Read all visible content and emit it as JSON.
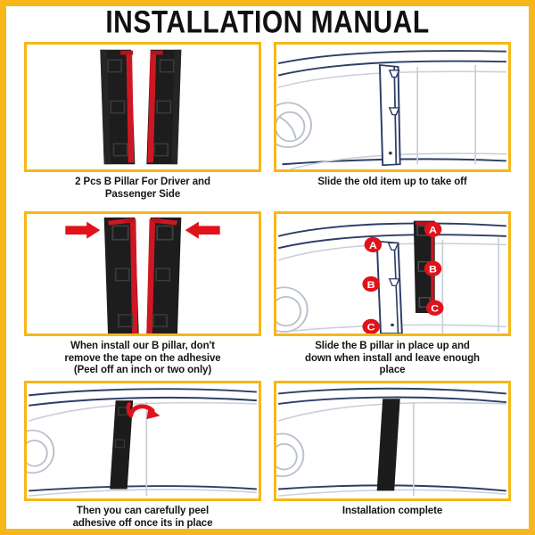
{
  "document": {
    "title": "INSTALLATION MANUAL",
    "frame_color": "#f7b718",
    "panel_border_color": "#f7b718",
    "caption_color": "#161616",
    "background": "#ffffff"
  },
  "colors": {
    "yellow": "#f7b718",
    "red": "#e1121a",
    "trim_black": "#1c1c1c",
    "car_line_navy": "#2c3e66",
    "car_line_light": "#c9cfd8"
  },
  "steps": [
    {
      "index": 1,
      "panel_name": "panel-two-pcs-b-pillar",
      "illustration": "two-black-b-pillar-trim-pieces-with-red-adhesive-strips",
      "caption_lines": [
        "2 Pcs B Pillar For Driver and",
        "Passenger Side"
      ],
      "markers": []
    },
    {
      "index": 2,
      "panel_name": "panel-slide-old-item-off",
      "illustration": "car-side-line-drawing-with-original-b-pillar-and-two-clip-triangles",
      "caption_lines": [
        "Slide the old item up to take off"
      ],
      "markers": []
    },
    {
      "index": 3,
      "panel_name": "panel-do-not-remove-tape",
      "illustration": "two-b-pillar-trims-with-red-arrows-pointing-at-top-tape-peel-area",
      "caption_lines": [
        "When install our B pillar, don't",
        "remove the tape on the adhesive",
        "(Peel off an inch or two only)"
      ],
      "markers": [
        "arrow-right",
        "arrow-left"
      ]
    },
    {
      "index": 4,
      "panel_name": "panel-slide-b-pillar-in-place",
      "illustration": "car-side-drawing-with-new-trim-aligned-using-lettered-reference-points",
      "caption_lines": [
        "Slide the B pillar in place up and",
        "down when install and leave enough",
        "place"
      ],
      "markers": [
        "A",
        "B",
        "C",
        "A",
        "B",
        "C"
      ]
    },
    {
      "index": 5,
      "panel_name": "panel-peel-adhesive-off",
      "illustration": "installed-black-pillar-with-curved-red-peel-arrow",
      "caption_lines": [
        "Then you can carefully peel",
        "adhesive off once its in place"
      ],
      "markers": [
        "curved-peel-arrow"
      ]
    },
    {
      "index": 6,
      "panel_name": "panel-installation-complete",
      "illustration": "car-side-drawing-with-finished-black-b-pillar-trim-installed",
      "caption_lines": [
        "Installation complete"
      ],
      "markers": []
    }
  ],
  "badge_labels": {
    "a": "A",
    "b": "B",
    "c": "C"
  }
}
